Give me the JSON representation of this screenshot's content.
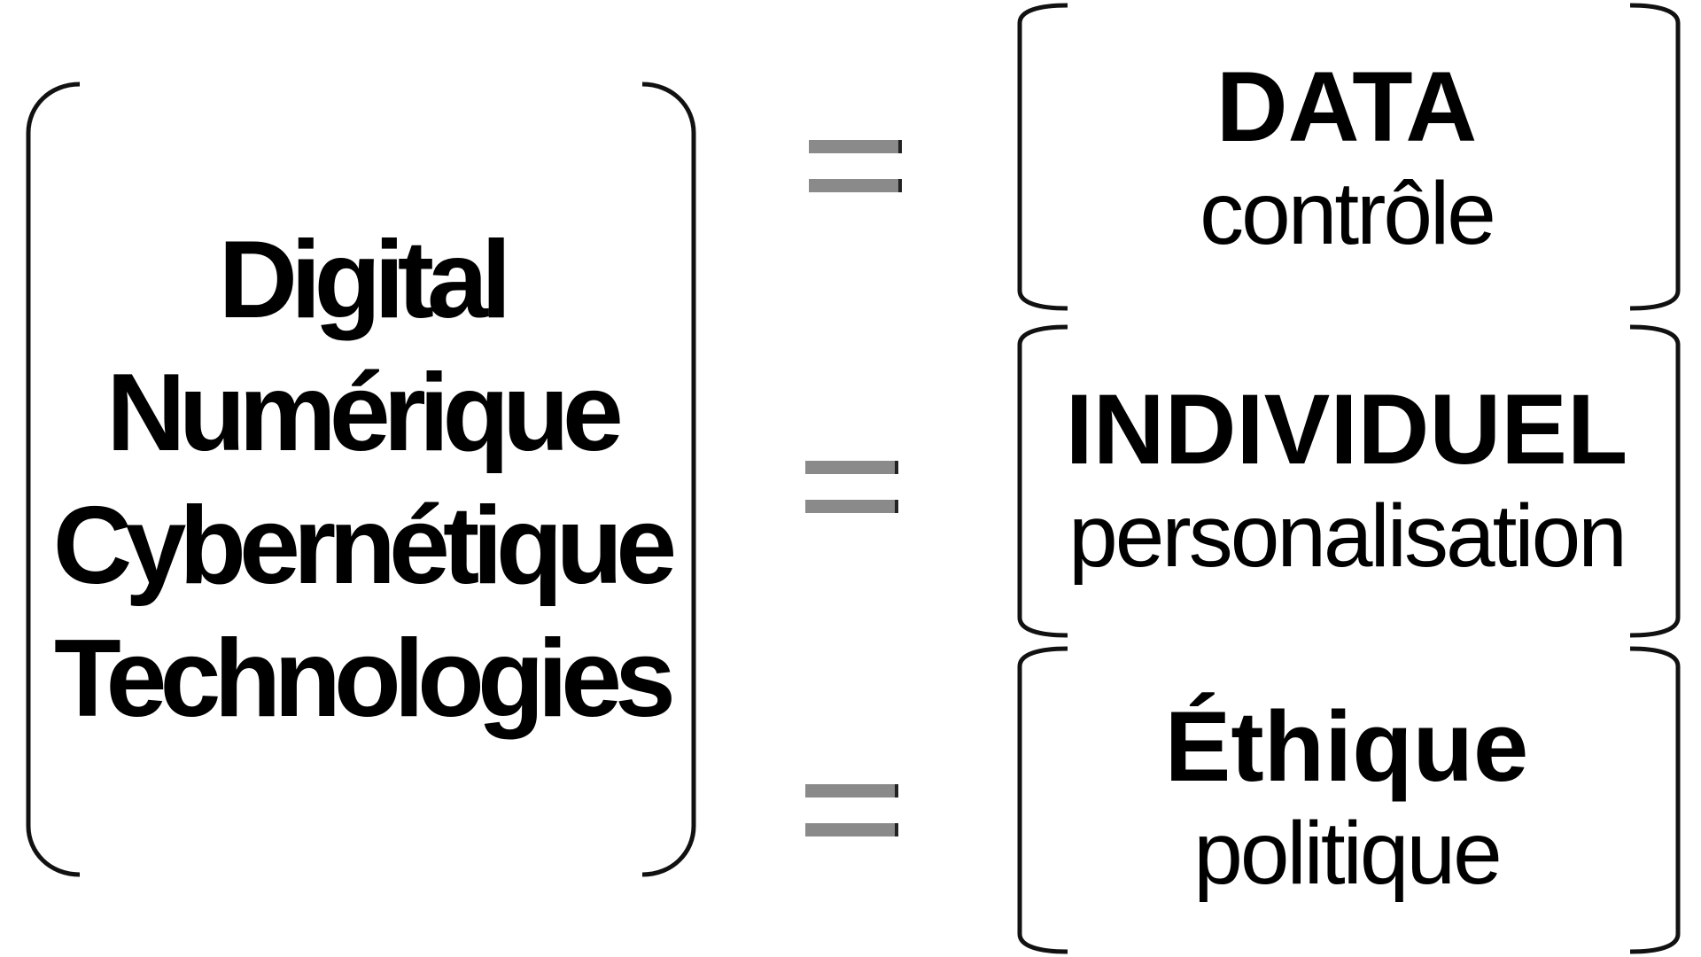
{
  "left_terms": [
    "Digital",
    "Numérique",
    "Cybernétique",
    "Technologies"
  ],
  "equals_symbol": "=",
  "results": [
    {
      "main": "DATA",
      "sub": "contrôle"
    },
    {
      "main": "INDIVIDUEL",
      "sub": "personalisation"
    },
    {
      "main": "Éthique",
      "sub": "politique"
    }
  ],
  "colors": {
    "text": "#000000",
    "bracket_stroke": "#111111",
    "equals_fill": "#8a8a8a"
  }
}
